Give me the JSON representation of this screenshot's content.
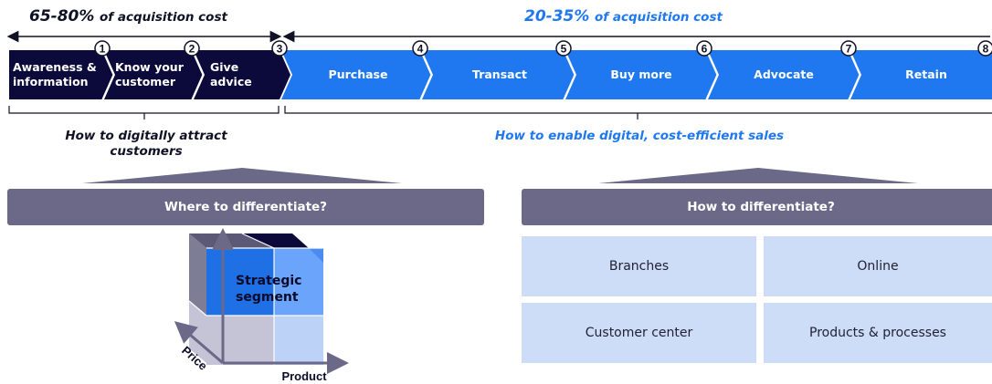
{
  "top": {
    "left_percent": "65-80%",
    "left_suffix": "of acquisition cost",
    "right_percent": "20-35%",
    "right_suffix": "of acquisition cost"
  },
  "steps": [
    {
      "number": "1",
      "line1": "Awareness &",
      "line2": "information"
    },
    {
      "number": "2",
      "line1": "Know your",
      "line2": "customer"
    },
    {
      "number": "3",
      "line1": "Give",
      "line2": "advice"
    },
    {
      "number": "4",
      "label": "Purchase"
    },
    {
      "number": "5",
      "label": "Transact"
    },
    {
      "number": "6",
      "label": "Buy more"
    },
    {
      "number": "7",
      "label": "Advocate"
    },
    {
      "number": "8",
      "label": "Retain"
    }
  ],
  "captions": {
    "left_line1": "How to digitally attract",
    "left_line2": "customers",
    "right": "How to enable digital, cost-efficient sales"
  },
  "left_panel": {
    "header": "Where to differentiate?",
    "cube_label_line1": "Strategic",
    "cube_label_line2": "segment",
    "axis_price": "Price",
    "axis_product": "Product"
  },
  "right_panel": {
    "header": "How to differentiate?",
    "tiles": [
      "Branches",
      "Online",
      "Customer center",
      "Products & processes"
    ]
  },
  "colors": {
    "dark_navy": "#0c0a3a",
    "bright_blue": "#1f78f0",
    "header_gray": "#6b6888",
    "tile_blue": "#cddcf7"
  }
}
